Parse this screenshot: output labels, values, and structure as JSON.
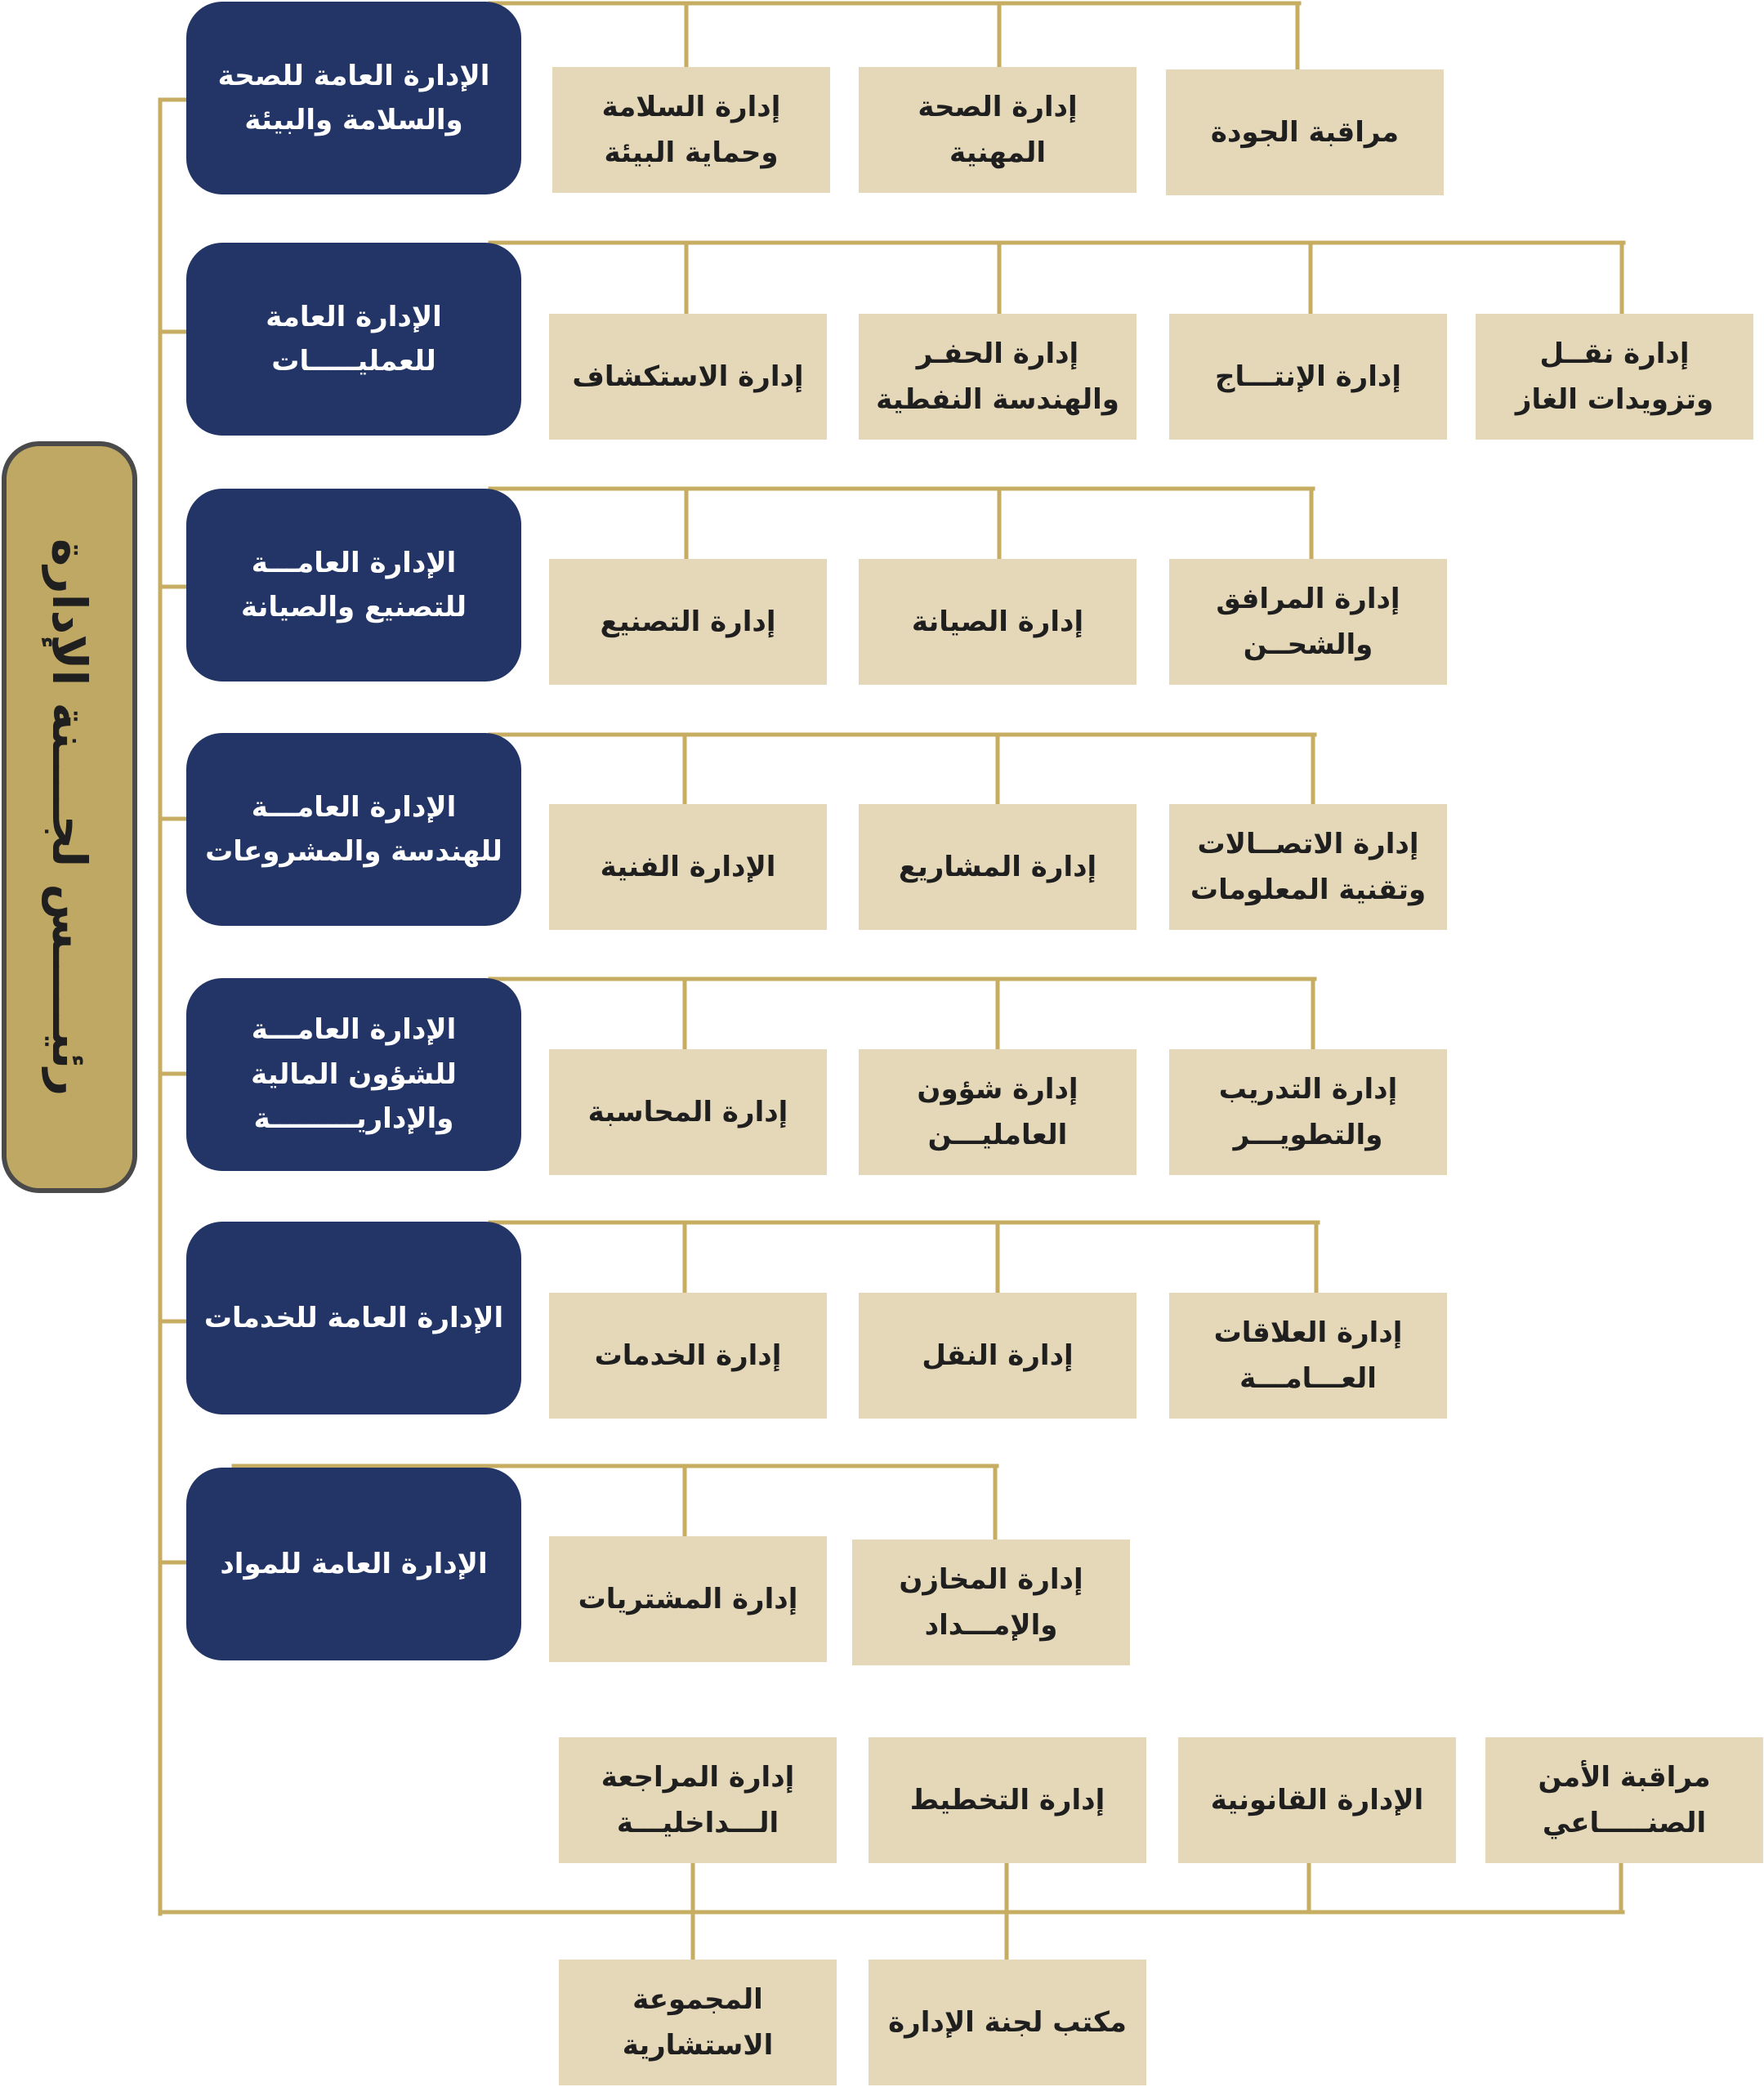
{
  "colors": {
    "line": "#c6ad62",
    "general_management_fill": "#233566",
    "department_fill": "#e5d8b8",
    "chair_fill": "#bfa863",
    "chair_border": "#4a4a4a"
  },
  "chairman": "رئيـــــس لجــــنة الإدارة",
  "general_managements": [
    {
      "title": "الإدارة العامة للصحة\nوالسلامة والبيئة",
      "departments": [
        "إدارة السلامة\nوحماية البيئة",
        "إدارة الصحة\nالمهنية",
        "مراقبة الجودة"
      ]
    },
    {
      "title": "الإدارة العامة\nللعمليـــــات",
      "departments": [
        "إدارة الاستكشاف",
        "إدارة الحفـر\nوالهندسة النفطية",
        "إدارة الإنتـــاج",
        "إدارة نقــل\nوتزويدات الغاز"
      ]
    },
    {
      "title": "الإدارة العامـــة\nللتصنيع والصيانة",
      "departments": [
        "إدارة التصنيع",
        "إدارة الصيانة",
        "إدارة المرافق\nوالشحــن"
      ]
    },
    {
      "title": "الإدارة العامـــة\nللهندسة والمشروعات",
      "departments": [
        "الإدارة الفنية",
        "إدارة المشاريع",
        "إدارة الاتصــالات\nوتقنية المعلومات"
      ]
    },
    {
      "title": "الإدارة العامـــة\nللشؤون المالية\nوالإداريـــــــــة",
      "departments": [
        "إدارة المحاسبة",
        "إدارة شؤون\nالعامليـــن",
        "إدارة التدريب\nوالتطويـــر"
      ]
    },
    {
      "title": "الإدارة العامة للخدمات",
      "departments": [
        "إدارة الخدمات",
        "إدارة النقل",
        "إدارة العلاقات\nالعـــامـــة"
      ]
    },
    {
      "title": "الإدارة العامة للمواد",
      "departments": [
        "إدارة المشتريات",
        "إدارة المخازن\nوالإمـــداد"
      ]
    }
  ],
  "direct_reports_above": [
    "إدارة المراجعة\nالـــداخليـــة",
    "إدارة التخطيط",
    "الإدارة القانونية",
    "مراقبة الأمن\nالصنـــــاعي"
  ],
  "direct_reports_below": [
    "المجموعة\nالاستشارية",
    "مكتب لجنة الإدارة"
  ]
}
